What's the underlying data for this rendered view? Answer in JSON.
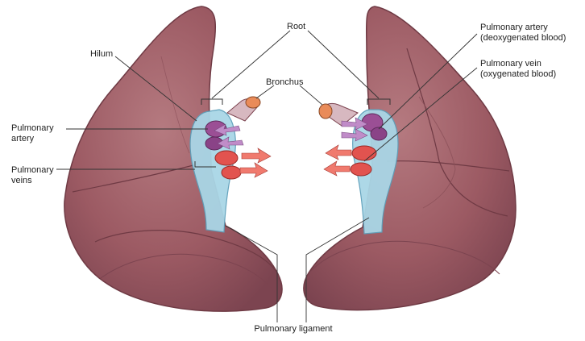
{
  "labels": {
    "root": "Root",
    "hilum": "Hilum",
    "bronchus": "Bronchus",
    "pulmonary_artery_left": [
      "Pulmonary",
      "artery"
    ],
    "pulmonary_veins_left": [
      "Pulmonary",
      "veins"
    ],
    "pulmonary_artery_right": [
      "Pulmonary artery",
      "(deoxygenated blood)"
    ],
    "pulmonary_vein_right": [
      "Pulmonary vein",
      "(oxygenated blood)"
    ],
    "pulmonary_ligament": "Pulmonary ligament"
  },
  "colors": {
    "lung": "#9c5a63",
    "lung_dark": "#6f3a44",
    "lung_light": "#b57a80",
    "pleura_blue": "#a9d6e6",
    "artery_purple": "#9b4f95",
    "vein_red": "#e2534f",
    "bronchus_orange": "#e98b59",
    "arrow_purple": "#c08cc8",
    "arrow_red": "#f07a6e",
    "leader": "#333333"
  }
}
